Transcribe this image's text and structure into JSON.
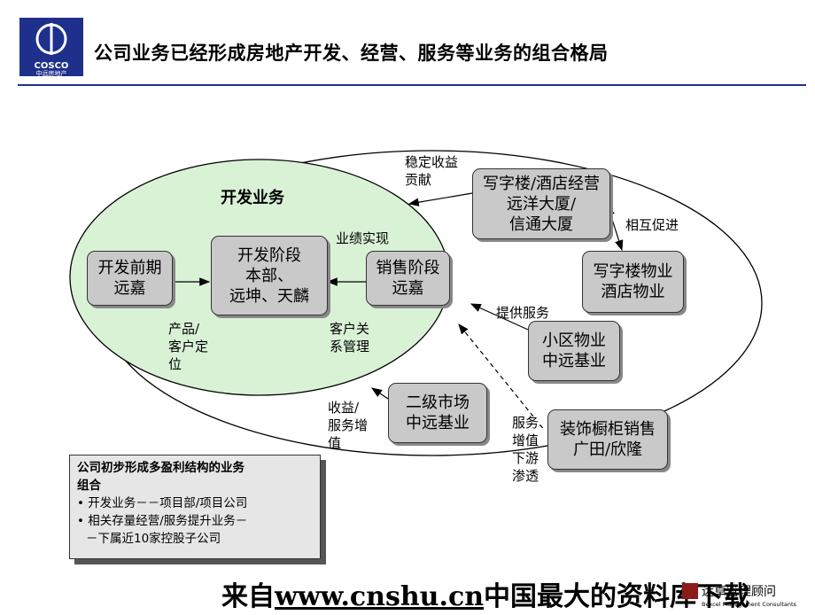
{
  "header": {
    "title": "公司业务已经形成房地产开发、经营、服务等业务的组合格局",
    "logo_text": "中远房地产"
  },
  "diagram": {
    "dev_group_title": "开发业务",
    "nodes": {
      "pre_dev": "开发前期\n远嘉",
      "dev_hq": "开发阶段\n本部、\n远坤、天麟",
      "sales": "销售阶段\n远嘉",
      "office_hotel": "写字楼/酒店经营\n远洋大厦/\n信通大厦",
      "office_property": "写字楼物业\n酒店物业",
      "community_property": "小区物业\n中远基业",
      "secondary_market": "二级市场\n中远基业",
      "decoration": "装饰橱柜销售\n广田/欣隆"
    },
    "labels": {
      "stable_income": "稳定收益\n贡献",
      "mutual_promotion": "相互促进",
      "performance": "业绩实现",
      "provide_service": "提供服务",
      "product_positioning": "产品/\n客户定\n位",
      "customer_relations": "客户关\n系管理",
      "income_value_added": "收益/\n服务增\n值",
      "service_value_added": "服务、\n增值\n下游\n渗透"
    }
  },
  "summary": {
    "heading": "公司初步形成多盈利结构的业务\n组合",
    "bullets": [
      "• 开发业务－－项目部/项目公司",
      "• 相关存量经营/服务提升业务－\n－下属近10家控股子公司"
    ]
  },
  "footer": {
    "prefix": "来自",
    "url": "www.cnshu.cn",
    "suffix": "中国最大的资料库下载",
    "brand_cn": "远卓管理顾问",
    "brand_en": "Bexcel Management Consultants"
  },
  "colors": {
    "brand_blue": "#1f2f8c",
    "dev_ellipse_fill": "#d9f2d6",
    "node_fill": "#c9c9c9"
  }
}
